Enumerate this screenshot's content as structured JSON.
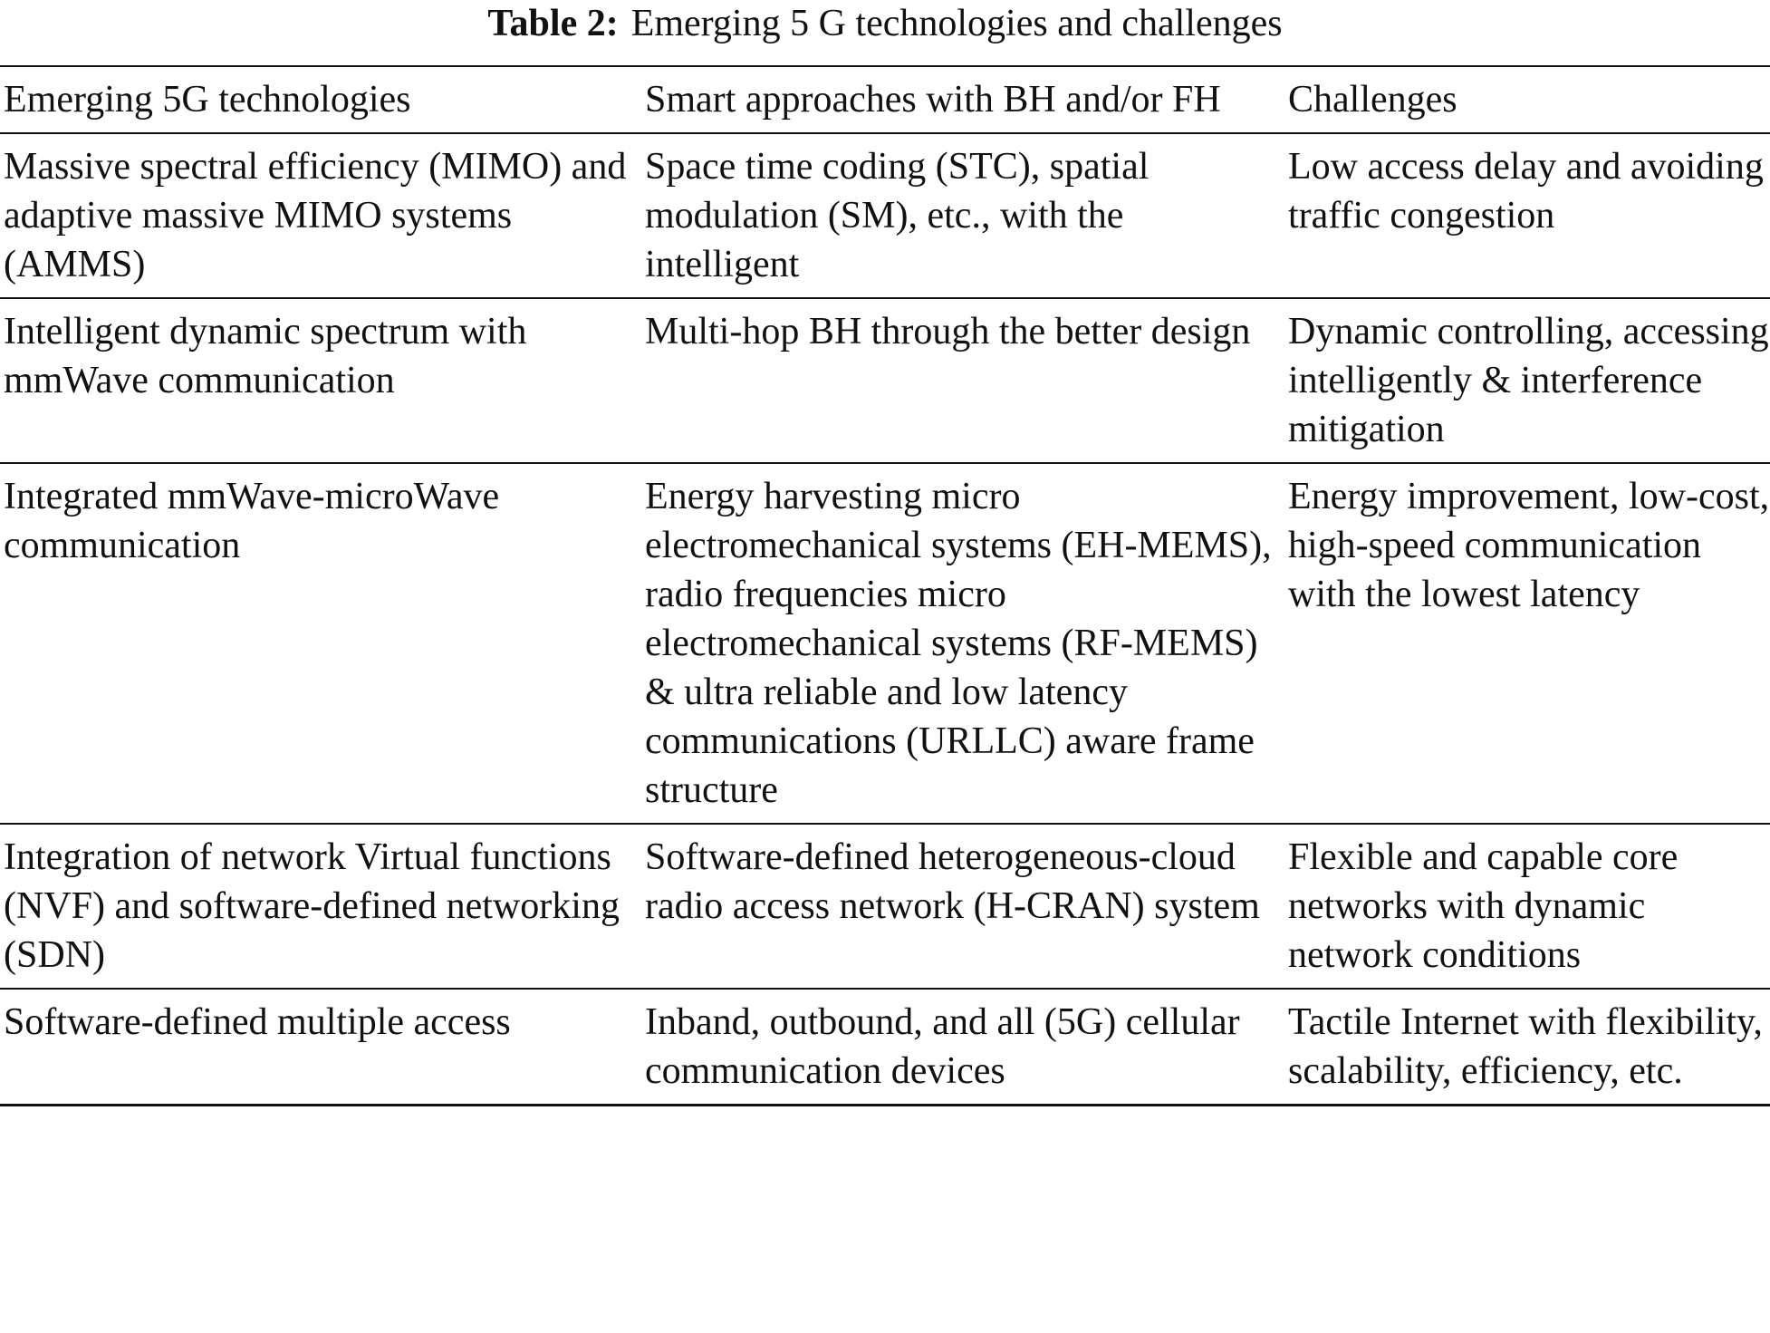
{
  "caption": {
    "label": "Table 2:",
    "text": "Emerging 5 G technologies and challenges"
  },
  "table": {
    "headers": [
      "Emerging 5G technologies",
      "Smart approaches with BH and/or FH",
      "Challenges"
    ],
    "rows": [
      [
        "Massive spectral efficiency (MIMO) and adaptive massive MIMO systems (AMMS)",
        "Space time coding (STC), spatial modulation (SM), etc., with the intelligent",
        "Low access delay and avoiding traffic congestion"
      ],
      [
        "Intelligent dynamic spectrum with mmWave communication",
        "Multi-hop BH through the better design",
        "Dynamic controlling, accessing intelligently & interference mitigation"
      ],
      [
        "Integrated mmWave-microWave communication",
        "Energy harvesting micro electromechanical systems (EH-MEMS), radio frequencies micro electromechanical systems (RF-MEMS) & ultra reliable and low latency communications (URLLC) aware frame structure",
        "Energy improvement, low-cost, high-speed communication with the lowest latency"
      ],
      [
        "Integration of network Virtual functions (NVF) and software-defined networking (SDN)",
        "Software-defined heterogeneous-cloud radio access network (H-CRAN) system",
        "Flexible and capable core networks with dynamic network conditions"
      ],
      [
        "Software-defined multiple access",
        "Inband, outbound, and all (5G) cellular communication devices",
        "Tactile Internet with flexibility, scalability, efficiency, etc."
      ]
    ]
  }
}
